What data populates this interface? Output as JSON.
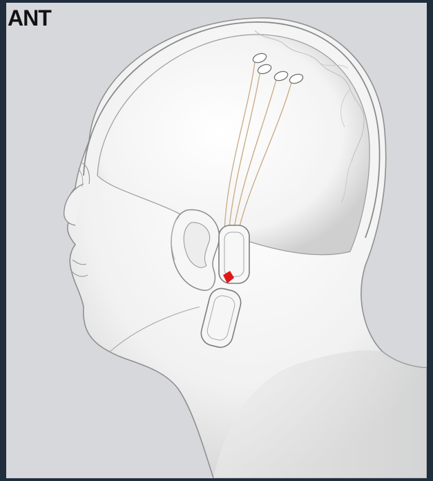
{
  "figure": {
    "title_fragment": "ANT"
  },
  "colors": {
    "background": "#d6d8db",
    "frame": "#1f2d3d",
    "skin": "#f4f4f4",
    "outline": "#9a9a9a",
    "wire": "#c9a882",
    "implant_marker": "#e01818"
  },
  "illustration": {
    "subject": "head-profile-with-implant",
    "electrode_count": 4
  }
}
